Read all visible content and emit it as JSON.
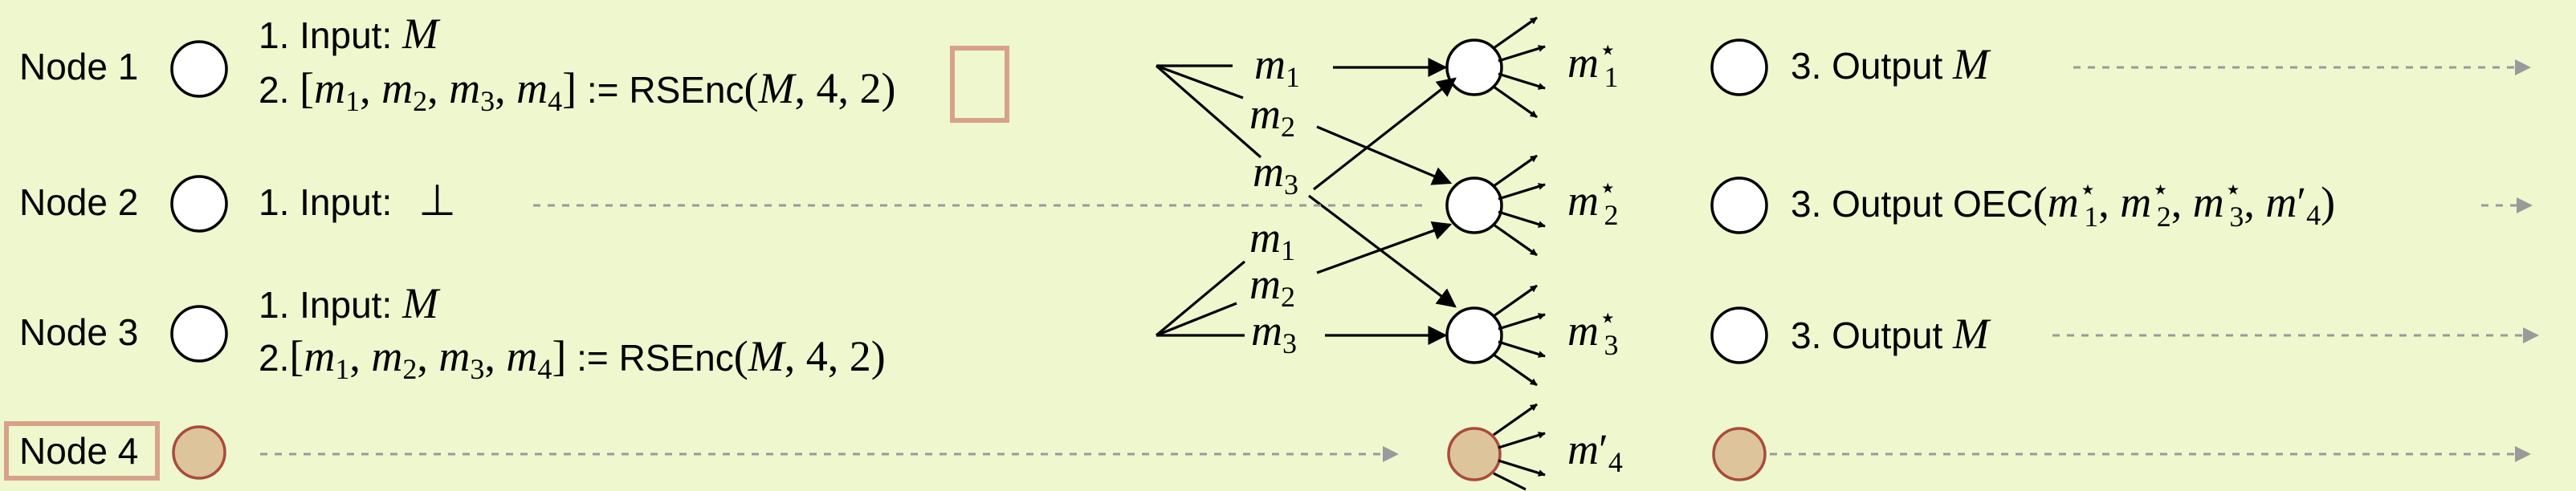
{
  "colors": {
    "background": "#eff7cf",
    "faulty_node_fill": "#ddc49a",
    "faulty_node_stroke": "#a94b3c",
    "highlight_box": "#d8a28a",
    "dashed_arrow": "#9a9a9a"
  },
  "nodes": [
    {
      "label": "Node 1",
      "step1_prefix": "1. Input: ",
      "step1_var": "M",
      "step2_prefix": "2. ",
      "output_prefix": "3. Output ",
      "output_var": "M"
    },
    {
      "label": "Node 2",
      "step1_prefix": "1. Input: ",
      "step1_var": "⊥",
      "output_prefix": "3. Output OEC"
    },
    {
      "label": "Node 3",
      "step1_prefix": "1. Input: ",
      "step1_var": "M",
      "step2_prefix": "2.",
      "output_prefix": "3. Output ",
      "output_var": "M"
    },
    {
      "label": "Node 4"
    }
  ],
  "encoding": {
    "assign": " := ",
    "function": "RSEnc",
    "message": "M",
    "n": "4",
    "k": "2"
  },
  "symbols": {
    "m": "m",
    "star": "⋆",
    "prime": "′",
    "sub1": "1",
    "sub2": "2",
    "sub3": "3",
    "sub4": "4"
  }
}
